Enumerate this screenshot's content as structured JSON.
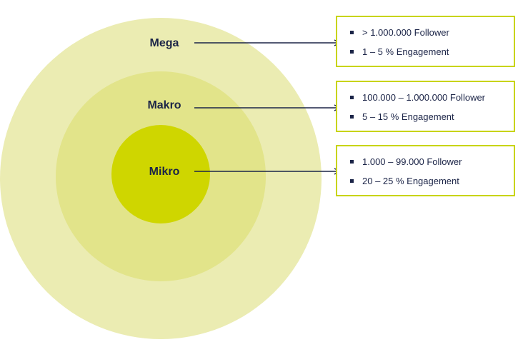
{
  "colors": {
    "outer": "#ebecb2",
    "middle": "#e2e48a",
    "inner": "#cfd600",
    "border": "#c8d400",
    "text": "#1b2447"
  },
  "tiers": [
    {
      "label": "Mega",
      "items": [
        "> 1.000.000 Follower",
        "1 – 5 % Engagement"
      ]
    },
    {
      "label": "Makro",
      "items": [
        "100.000 – 1.000.000 Follower",
        "5 – 15 % Engagement"
      ]
    },
    {
      "label": "Mikro",
      "items": [
        "1.000 – 99.000 Follower",
        "20 – 25 % Engagement"
      ]
    }
  ]
}
